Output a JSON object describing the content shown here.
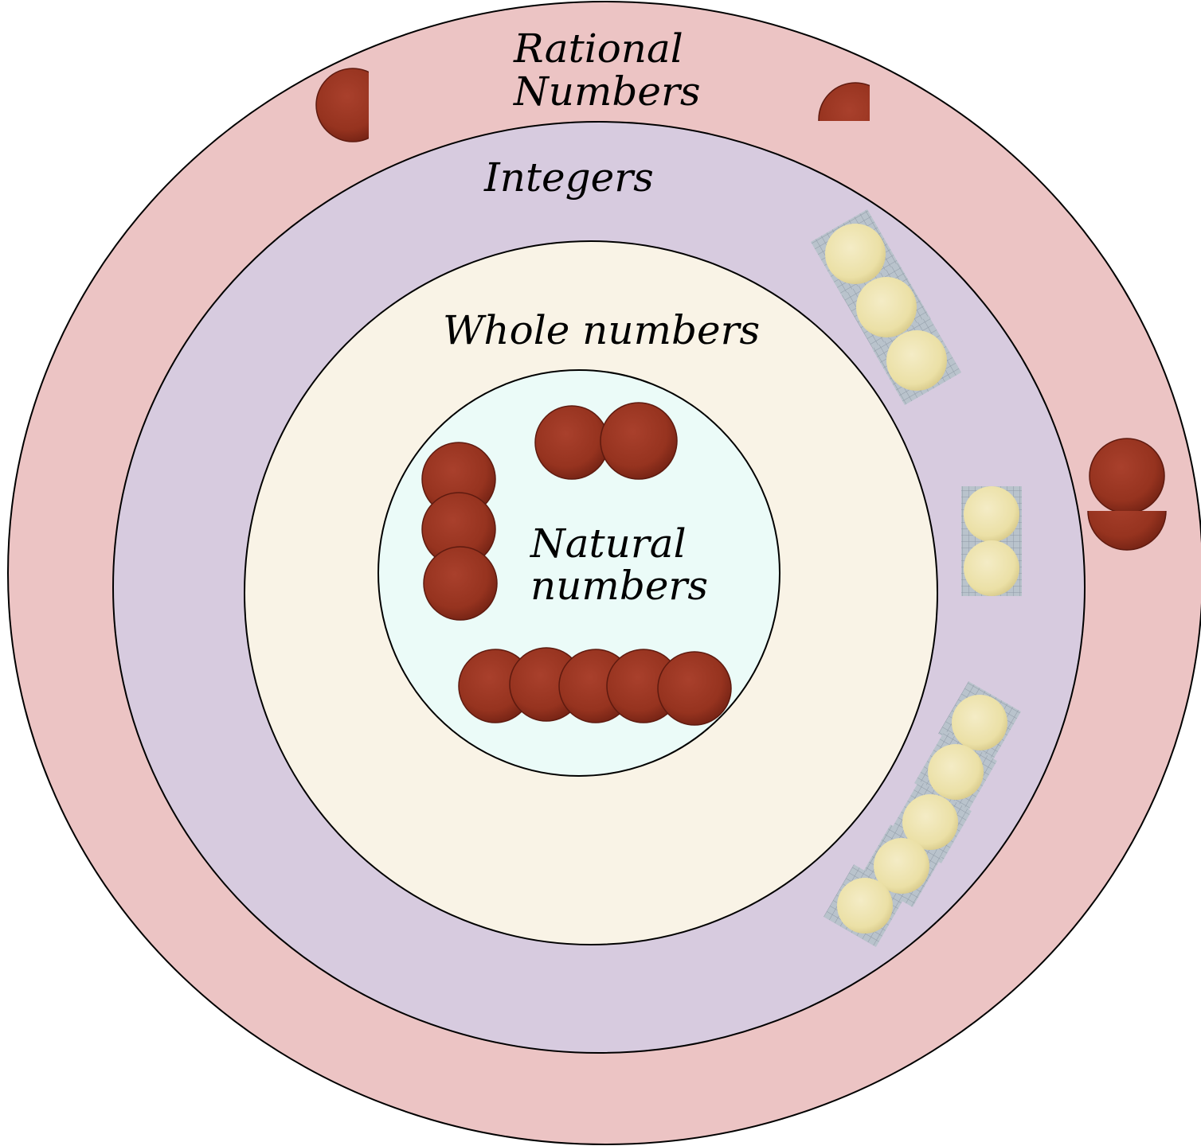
{
  "diagram": {
    "sets": [
      {
        "id": "rational",
        "label_lines": [
          "Rational",
          "Numbers"
        ],
        "fill": "#ecc4c4"
      },
      {
        "id": "integers",
        "label_lines": [
          "Integers"
        ],
        "fill": "#d7cbdf"
      },
      {
        "id": "whole",
        "label_lines": [
          "Whole numbers"
        ],
        "fill": "#f9f3e6"
      },
      {
        "id": "natural",
        "label_lines": [
          "Natural",
          "numbers"
        ],
        "fill": "#ebfbf8"
      }
    ],
    "counters": {
      "positive_color": "#963222",
      "negative_color": "#ede0a8"
    }
  }
}
